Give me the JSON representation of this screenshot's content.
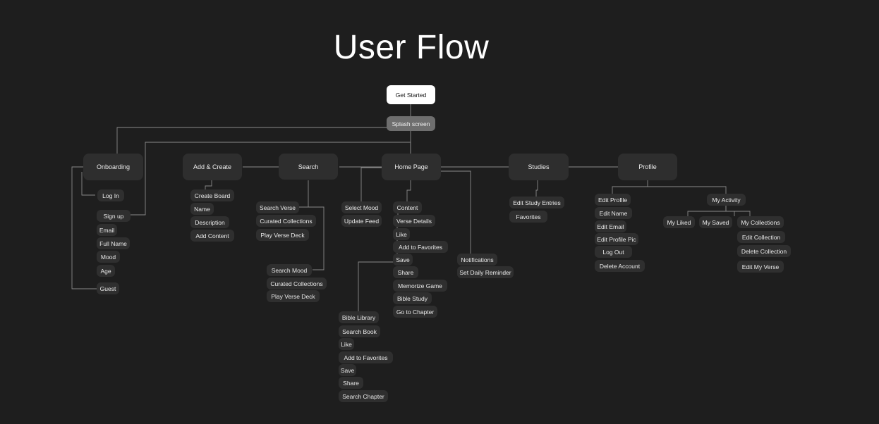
{
  "title": "User Flow",
  "colors": {
    "background": "#1e1e1e",
    "node": "#2e2e2e",
    "chip": "#2f2f2f",
    "start": "#ffffff",
    "splash": "#6e6e6e",
    "connector": "#8a8a8a"
  },
  "start": "Get Started",
  "splash": "Splash screen",
  "sections": {
    "onboarding": {
      "label": "Onboarding",
      "items": [
        "Log In",
        "Sign up",
        "Email",
        "Full Name",
        "Mood",
        "Age",
        "Guest"
      ]
    },
    "add_create": {
      "label": "Add & Create",
      "items": [
        "Create Board",
        "Name",
        "Description",
        "Add Content"
      ]
    },
    "search": {
      "label": "Search",
      "items": [
        "Search Verse",
        "Curated Collections",
        "Play Verse Deck"
      ],
      "mood": [
        "Search Mood",
        "Curated Collections",
        "Play Verse Deck"
      ]
    },
    "home": {
      "label": "Home Page",
      "items": [
        "Select Mood",
        "Update Feed"
      ],
      "content": [
        "Content",
        "Verse Details",
        "Like",
        "Add to Favorites",
        "Save",
        "Share",
        "Memorize Game",
        "Bible Study",
        "Go to Chapter"
      ],
      "library": [
        "Bible Library",
        "Search Book",
        "Like",
        "Add to Favorites",
        "Save",
        "Share",
        "Search Chapter"
      ],
      "notifications": [
        "Notifications",
        "Set Daily Reminder"
      ]
    },
    "studies": {
      "label": "Studies",
      "items": [
        "Edit Study Entries",
        "Favorites"
      ]
    },
    "profile": {
      "label": "Profile",
      "edit": [
        "Edit Profile",
        "Edit Name",
        "Edit Email",
        "Edit Profile Pic",
        "Log Out",
        "Delete Account"
      ],
      "activity": "My Activity",
      "liked": "My Liked",
      "saved": "My Saved",
      "collections": [
        "My Collections",
        "Edit Collection",
        "Delete Collection",
        "Edit My Verse"
      ]
    }
  }
}
